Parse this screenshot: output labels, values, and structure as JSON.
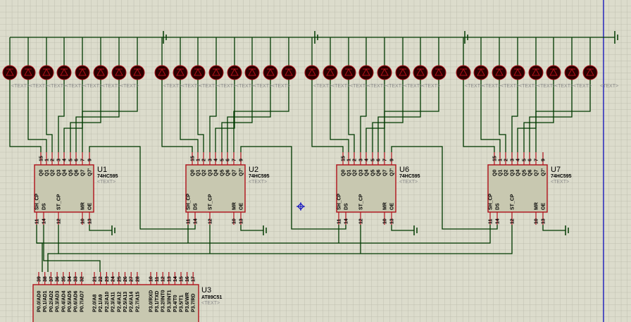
{
  "colors": {
    "background": "#dcdccc",
    "wire": "#003a00",
    "pin": "#b0101a",
    "chip_fill": "#c8c8b0",
    "led": "#3a0000",
    "marker": "#0000c0"
  },
  "led_text": "<TEXT>",
  "shift_registers": [
    {
      "ref": "U1",
      "part": "74HC595",
      "text": "<TEXT>"
    },
    {
      "ref": "U2",
      "part": "74HC595",
      "text": "<TEXT>"
    },
    {
      "ref": "U6",
      "part": "74HC595",
      "text": "<TEXT>"
    },
    {
      "ref": "U7",
      "part": "74HC595",
      "text": "<TEXT>"
    }
  ],
  "hc595": {
    "top_pins": [
      "15",
      "1",
      "2",
      "3",
      "4",
      "5",
      "6",
      "7",
      "9"
    ],
    "top_names": [
      "Q0",
      "Q1",
      "Q2",
      "Q3",
      "Q4",
      "Q5",
      "Q6",
      "Q7",
      "Q7'"
    ],
    "bottom_pins": [
      "11",
      "14",
      "12",
      "10",
      "13"
    ],
    "bottom_names": [
      "SH_CP",
      "DS",
      "ST_CP",
      "MR",
      "OE"
    ]
  },
  "mcu": {
    "ref": "U3",
    "part": "AT89C51",
    "text": "<TEXT>",
    "pins": [
      "39",
      "38",
      "37",
      "36",
      "35",
      "34",
      "33",
      "32",
      "21",
      "22",
      "23",
      "24",
      "25",
      "26",
      "27",
      "28",
      "10",
      "11",
      "12",
      "13",
      "14",
      "15",
      "16",
      "17"
    ],
    "names": [
      "P0.0/AD0",
      "P0.1/AD1",
      "P0.2/AD2",
      "P0.3/AD3",
      "P0.4/AD4",
      "P0.5/AD5",
      "P0.6/AD6",
      "P0.7/AD7",
      "P2.0/A8",
      "P2.1/A9",
      "P2.2/A10",
      "P2.3/A11",
      "P2.4/A12",
      "P2.5/A13",
      "P2.6/A14",
      "P2.7/A15",
      "P3.0/RXD",
      "P3.1/TXD",
      "P3.2/INT0",
      "P3.3/INT1",
      "P3.4/T0",
      "P3.5/T1",
      "P3.6/WR",
      "P3.7/RD"
    ]
  }
}
